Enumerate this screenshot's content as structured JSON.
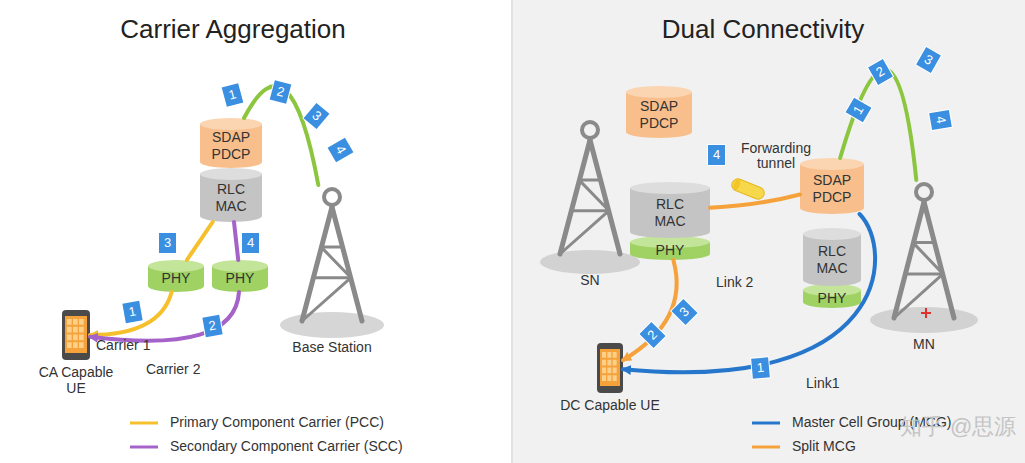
{
  "diagram": {
    "nodes": [
      {
        "text": [
          "SDAP",
          "PDCP"
        ]
      },
      {
        "text": [
          "RLC",
          "MAC"
        ]
      },
      {
        "text": [
          "PHY"
        ]
      },
      {
        "text": [
          "PHY"
        ]
      },
      {
        "text": [
          "Base Station"
        ]
      },
      {
        "text": [
          "CA Capable UE"
        ]
      },
      {
        "text": [
          "SDAP",
          "PDCP"
        ]
      },
      {
        "text": [
          "RLC",
          "MAC"
        ]
      },
      {
        "text": [
          "PHY"
        ]
      },
      {
        "text": [
          "SN"
        ]
      },
      {
        "text": [
          "SDAP",
          "PDCP"
        ]
      },
      {
        "text": [
          "RLC",
          "MAC"
        ]
      },
      {
        "text": [
          "PHY"
        ]
      },
      {
        "text": [
          "MN"
        ]
      },
      {
        "text": [
          "DC Capable UE"
        ]
      }
    ],
    "edges": [
      {
        "from": 4,
        "to": 0,
        "arrow": "none"
      },
      {
        "from": 1,
        "to": 2,
        "arrow": "none"
      },
      {
        "from": 1,
        "to": 3,
        "arrow": "none"
      },
      {
        "from": 2,
        "to": 5,
        "arrow": "to",
        "label": "Carrier 1"
      },
      {
        "from": 3,
        "to": 5,
        "arrow": "to",
        "label": "Carrier 2"
      },
      {
        "from": 13,
        "to": 10,
        "arrow": "none"
      },
      {
        "from": 10,
        "to": 7,
        "arrow": "none",
        "label": "Forwarding tunnel"
      },
      {
        "from": 8,
        "to": 14,
        "arrow": "to",
        "label": "Link 2"
      },
      {
        "from": 10,
        "to": 14,
        "arrow": "to",
        "label": "Link1"
      }
    ],
    "labels": [
      "Carrier Aggregation",
      "Dual Connectivity",
      "1",
      "2",
      "3",
      "4",
      "3",
      "4",
      "1",
      "2",
      "4",
      "1",
      "2",
      "3",
      "4",
      "2",
      "3",
      "1",
      "知乎 @思源"
    ],
    "legend": [
      {
        "text": "Primary Component Carrier (PCC)"
      },
      {
        "text": "Secondary Component Carrier (SCC)"
      },
      {
        "text": "Master Cell Group (MCG)"
      },
      {
        "text": "Split MCG"
      }
    ]
  }
}
